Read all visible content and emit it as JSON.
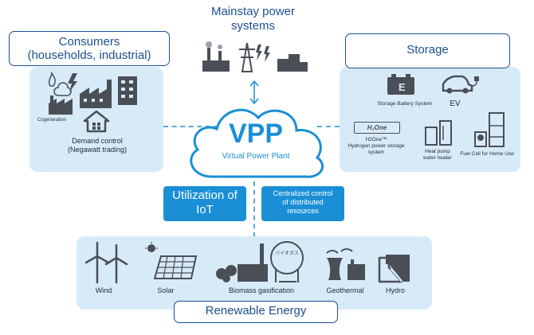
{
  "mainstay": {
    "line1": "Mainstay power",
    "line2": "systems"
  },
  "consumers": {
    "title_line1": "Consumers",
    "title_line2": "(households, industrial)",
    "cogeneration": "Cogeneration",
    "demand_line1": "Demand control",
    "demand_line2": "(Negawatt trading)"
  },
  "storage": {
    "title": "Storage",
    "battery": "Storage Battery System",
    "ev": "EV",
    "h2one_logo": "H₂One",
    "h2one_line1": "H2One™",
    "h2one_line2": "Hydrogen power storage",
    "h2one_line3": "system",
    "heatpump_line1": "Heat pump",
    "heatpump_line2": "water heater",
    "fuelcell": "Fuel Cell for Home Use"
  },
  "vpp": {
    "acronym": "VPP",
    "subtitle": "Virtual Power Plant"
  },
  "iot": {
    "line1": "Utilization of",
    "line2": "IoT"
  },
  "centralized": {
    "line1": "Centralized control",
    "line2": "of distributed",
    "line3": "resources"
  },
  "renewable": {
    "title": "Renewable Energy",
    "wind": "Wind",
    "solar": "Solar",
    "biomass": "Biomass gasification",
    "biogas_sign": "バイオガス",
    "geothermal": "Geothermal",
    "hydro": "Hydro"
  },
  "colors": {
    "icon": "#4a4f57",
    "accent": "#1a8fd6",
    "panel": "#d7eaf7",
    "title_border": "#1d4f8f"
  }
}
